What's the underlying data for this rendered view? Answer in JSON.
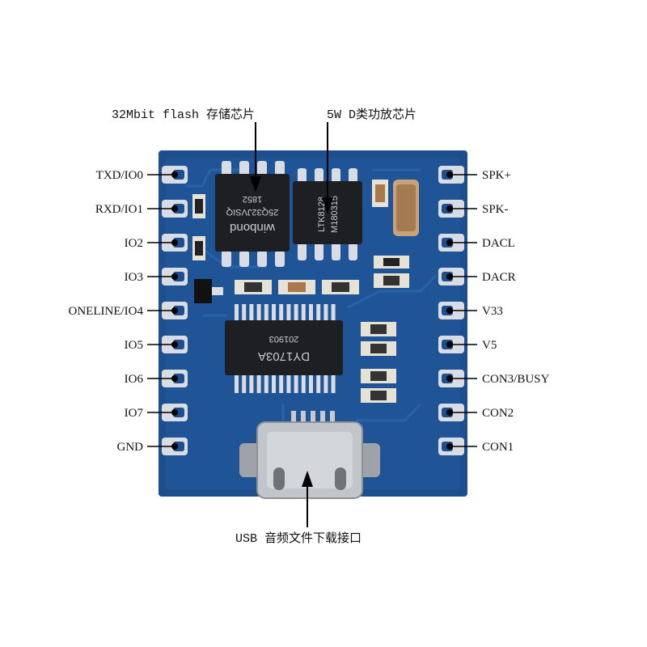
{
  "callouts": {
    "flash": "32Mbit flash 存储芯片",
    "amp": "5W D类功放芯片",
    "usb": "USB 音频文件下载接口"
  },
  "left_pins": [
    "TXD/IO0",
    "RXD/IO1",
    "IO2",
    "IO3",
    "ONELINE/IO4",
    "IO5",
    "IO6",
    "IO7",
    "GND"
  ],
  "right_pins": [
    "SPK+",
    "SPK-",
    "DACL",
    "DACR",
    "V33",
    "V5",
    "CON3/BUSY",
    "CON2",
    "CON1"
  ],
  "chip_marks": {
    "flash_line1": "winbond",
    "flash_line2": "25Q32JVSIQ",
    "flash_line3": "1852",
    "amp_line1": "LTK8128",
    "amp_line2": "M180315",
    "main_line1": "DY1703A",
    "main_line2": "201903"
  },
  "colors": {
    "pcb": "#1d4f8e",
    "pcb_dark": "#163f74",
    "pad": "#d9dde3",
    "chip": "#1e1f22",
    "label": "#111111"
  }
}
